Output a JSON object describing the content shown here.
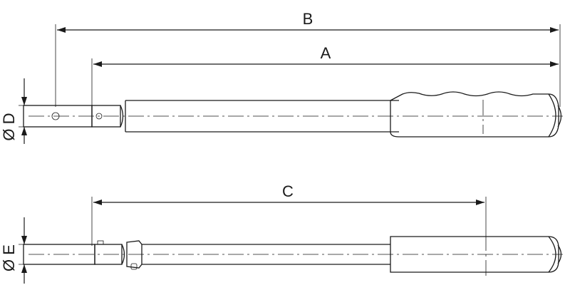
{
  "labels": {
    "a": "A",
    "b": "B",
    "c": "C",
    "d": "Ø D",
    "e": "Ø E"
  }
}
